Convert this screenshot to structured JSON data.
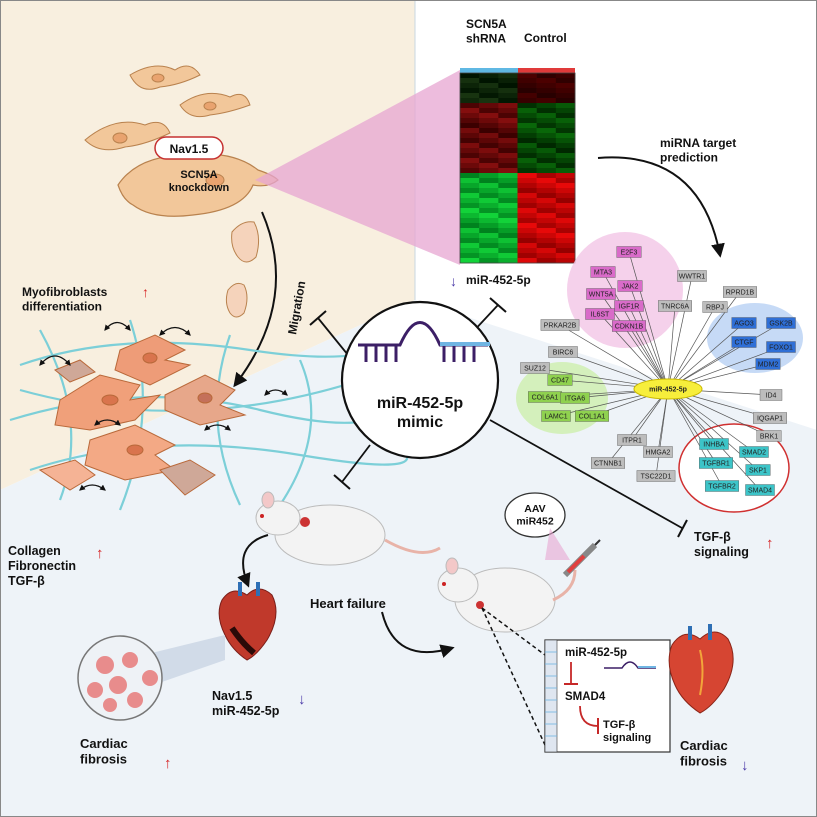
{
  "heatmap": {
    "col_left": "SCN5A\nshRNA",
    "col_right": "Control",
    "downregulated": "miR-452-5p"
  },
  "cell": {
    "channel": "Nav1.5",
    "knockdown": "SCN5A\nknockdown"
  },
  "left_panel": {
    "differentiation": "Myofibroblasts\ndifferentiation",
    "migration": "Migration",
    "ecm_markers": "Collagen\nFibronectin\nTGF-β"
  },
  "center": {
    "mimic": "miR-452-5p\nmimic"
  },
  "network": {
    "title": "miRNA target\nprediction",
    "hub": "miR-452-5p",
    "colors": {
      "pink": "#d96bc9",
      "blue": "#2f6fd6",
      "green": "#8fd14f",
      "cyan": "#3cc4c8",
      "gray": "#bdbdbd",
      "hub": "#f7ee3b"
    },
    "pink_nodes": [
      "E2F3",
      "MTA3",
      "JAK2",
      "WNT5A",
      "IGF1R",
      "IL6ST",
      "CDKN1B"
    ],
    "blue_nodes": [
      "AGO3",
      "GSK2B",
      "CTGF",
      "FOXO1",
      "MDM2"
    ],
    "green_nodes": [
      "CD47",
      "COL6A1",
      "ITGA6",
      "LAMC1",
      "COL1A1"
    ],
    "cyan_nodes": [
      "INHBA",
      "SMAD2",
      "TGFBR1",
      "SKP1",
      "TGFBR2",
      "SMAD4"
    ],
    "gray_nodes": [
      "WWTR1",
      "RPRD1B",
      "TNRC6A",
      "RBPJ",
      "PRKAR2B",
      "BIRC6",
      "SUZ12",
      "ID4",
      "IQGAP1",
      "BRK1",
      "ITPR1",
      "HMGA2",
      "CTNNB1",
      "TSC22D1"
    ]
  },
  "tgf": {
    "label": "TGF-β\nsignaling"
  },
  "bottom": {
    "heart_failure": "Heart failure",
    "markers": "Nav1.5\nmiR-452-5p",
    "cardiac_fibrosis_up": "Cardiac\nfibrosis",
    "aav": "AAV\nmiR452",
    "cardiac_fibrosis_down": "Cardiac\nfibrosis"
  },
  "mechanism": {
    "mir": "miR-452-5p",
    "smad": "SMAD4",
    "tgf": "TGF-β\nsignaling"
  }
}
